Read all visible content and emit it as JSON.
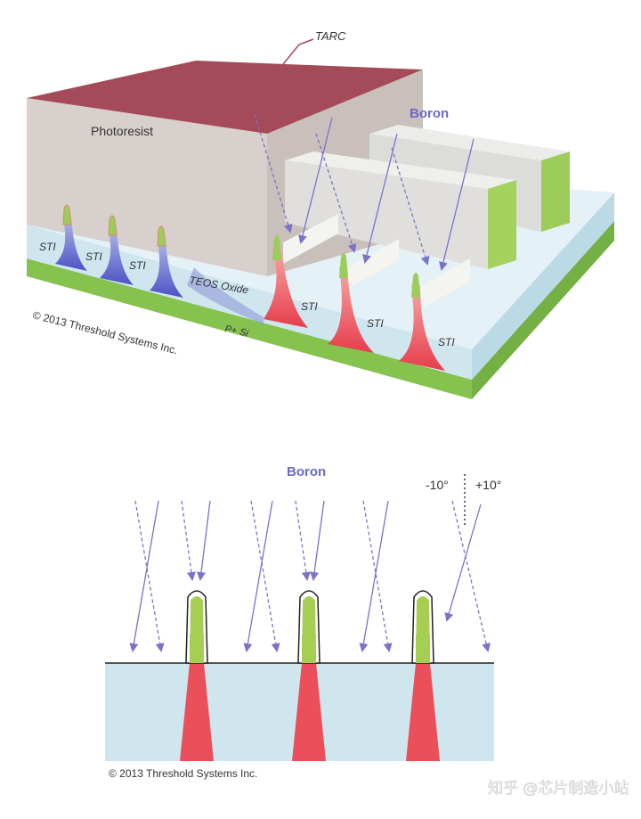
{
  "top_figure": {
    "labels": {
      "tarc": "TARC",
      "photoresist": "Photoresist",
      "boron": "Boron",
      "sti": "STI",
      "teos_oxide": "TEOS Oxide",
      "p_si": "P+ Si",
      "copyright": "© 2013 Threshold Systems Inc."
    }
  },
  "bottom_figure": {
    "labels": {
      "boron": "Boron",
      "angle_neg": "-10°",
      "angle_pos": "+10°",
      "copyright": "© 2013 Threshold Systems Inc."
    }
  },
  "watermark": "知乎 @芯片制造小站",
  "colors": {
    "oxide": "#cfe6ef",
    "implant_red": "#ea4f5a",
    "implant_blue": "#5a5fc8",
    "green": "#8cc63f",
    "photoresist": "#d6ceca",
    "arrow": "#7b72c9"
  }
}
